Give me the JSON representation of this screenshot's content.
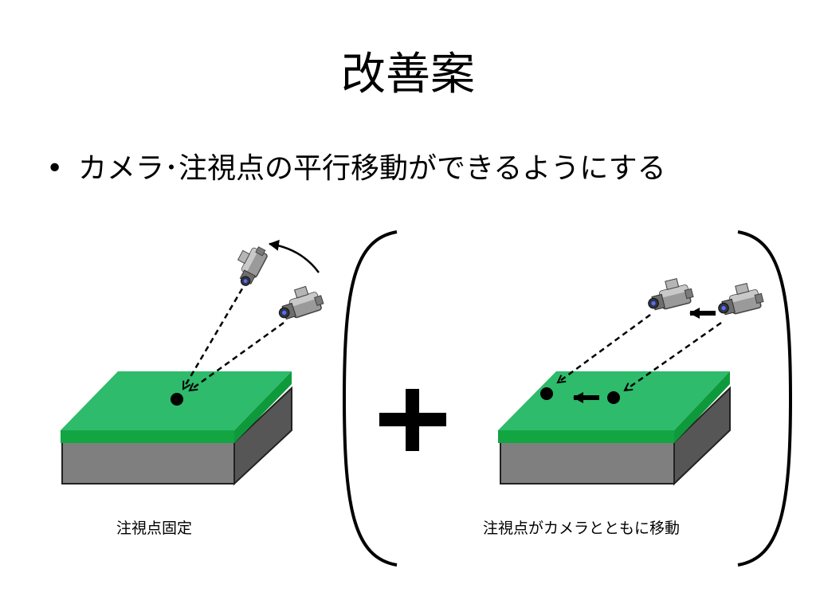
{
  "slide": {
    "title": "改善案",
    "bullet_marker": "•",
    "bullet_text": "カメラ･注視点の平行移動ができるようにする"
  },
  "diagram": {
    "left_caption": "注視点固定",
    "right_caption": "注視点がカメラとともに移動",
    "icons": [
      "video-camera-icon",
      "focus-point-dot",
      "arrow-icon",
      "plus-icon",
      "bracket"
    ],
    "colors": {
      "box_top": "#2ebb6b",
      "box_band": "#12a542",
      "box_front": "#7f7f7f",
      "box_side": "#565656"
    }
  }
}
